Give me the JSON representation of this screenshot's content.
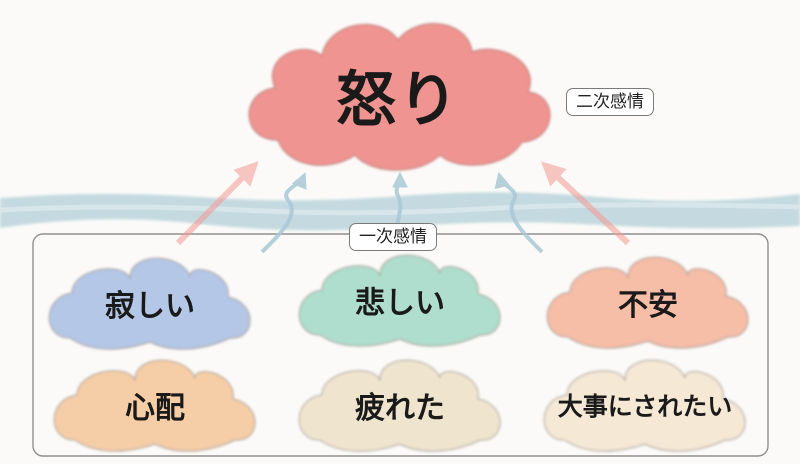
{
  "secondary_emotion": {
    "label": "怒り",
    "tag": "二次感情",
    "color": "#ef8a86"
  },
  "primary_tag": "一次感情",
  "primary_emotions": [
    {
      "label": "寂しい",
      "color": "#aec3e6"
    },
    {
      "label": "悲しい",
      "color": "#a9dccb"
    },
    {
      "label": "不安",
      "color": "#f6b8a1"
    },
    {
      "label": "心配",
      "color": "#f5caa0"
    },
    {
      "label": "疲れた",
      "color": "#efe4cc"
    },
    {
      "label": "大事にされたい",
      "color": "#f5e7d3"
    }
  ],
  "water_color": "#bcd5dc",
  "arrow_colors": {
    "side": "#f29a92",
    "center": "#a9c9d6"
  }
}
